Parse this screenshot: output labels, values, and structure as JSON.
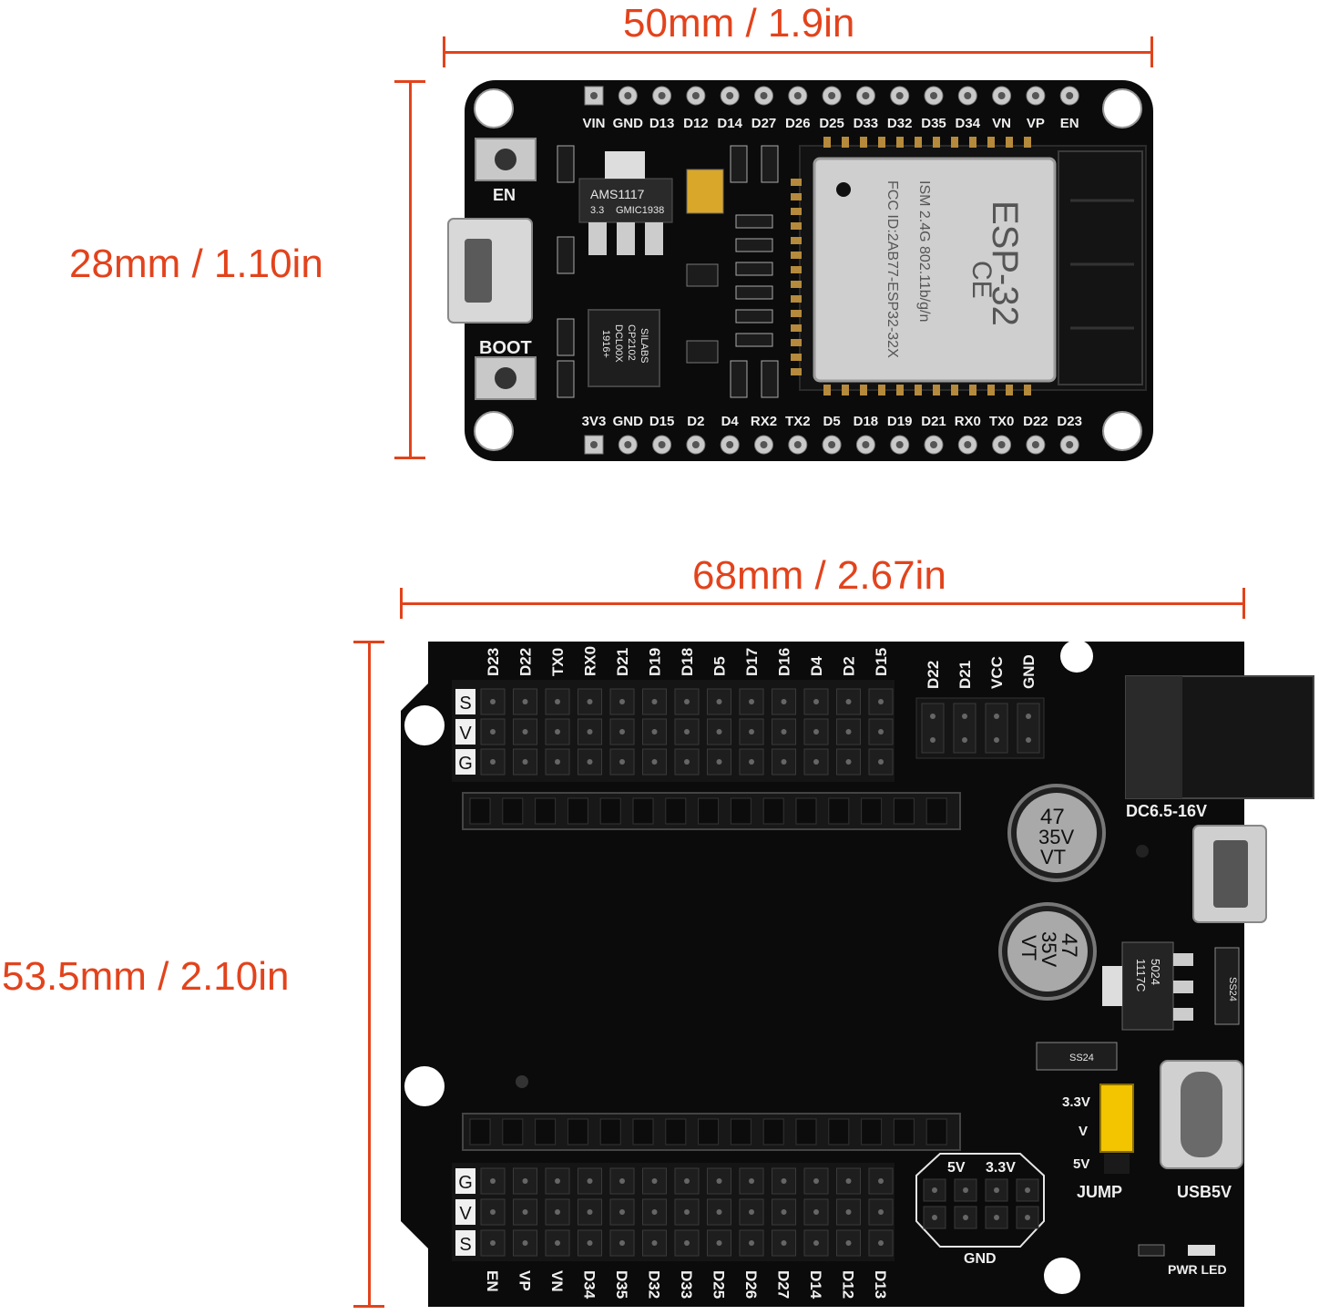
{
  "dimensions": {
    "top_width": "50mm / 1.9in",
    "top_height": "28mm / 1.10in",
    "bottom_width": "68mm / 2.67in",
    "bottom_height": "53.5mm / 2.10in"
  },
  "colors": {
    "dimension": "#e2431c",
    "pcb": "#0b0b0b",
    "silkscreen": "#f0f0f0",
    "shield": "#c9c9c9",
    "jumper": "#f2c500"
  },
  "esp32_board": {
    "top_pins": [
      "VIN",
      "GND",
      "D13",
      "D12",
      "D14",
      "D27",
      "D26",
      "D25",
      "D33",
      "D32",
      "D35",
      "D34",
      "VN",
      "VP",
      "EN"
    ],
    "bottom_pins": [
      "3V3",
      "GND",
      "D15",
      "D2",
      "D4",
      "RX2",
      "TX2",
      "D5",
      "D18",
      "D19",
      "D21",
      "RX0",
      "TX0",
      "D22",
      "D23"
    ],
    "en_button": "EN",
    "boot_button": "BOOT",
    "regulator_text": [
      "AMS1117",
      "3.3",
      "GMIC1938"
    ],
    "usb_chip_text": [
      "SILABS",
      "CP2102",
      "DCL00X",
      "1916+"
    ],
    "module_text": [
      "ESP-32",
      "ISM 2.4G 802.11b/g/n",
      "FCC ID:2AB77-ESP32-32X"
    ]
  },
  "expansion_board": {
    "top_pins": [
      "D23",
      "D22",
      "TX0",
      "RX0",
      "D21",
      "D19",
      "D18",
      "D5",
      "D17",
      "D16",
      "D4",
      "D2",
      "D15"
    ],
    "i2c_pins": [
      "D22",
      "D21",
      "VCC",
      "GND"
    ],
    "bottom_pins": [
      "EN",
      "VP",
      "VN",
      "D34",
      "D35",
      "D32",
      "D33",
      "D25",
      "D26",
      "D27",
      "D14",
      "D12",
      "D13"
    ],
    "row_labels_top": [
      "S",
      "V",
      "G"
    ],
    "row_labels_bottom": [
      "G",
      "V",
      "S"
    ],
    "dc_label": "DC6.5-16V",
    "cap_text": [
      "47",
      "35V",
      "VT"
    ],
    "regulator_text": [
      "1117C",
      "5024"
    ],
    "diode_text": "SS24",
    "jumper_labels": [
      "3.3V",
      "V",
      "5V"
    ],
    "jump_label": "JUMP",
    "usb_label": "USB5V",
    "power_labels": [
      "5V",
      "3.3V"
    ],
    "gnd_label": "GND",
    "led_label": "PWR LED"
  }
}
